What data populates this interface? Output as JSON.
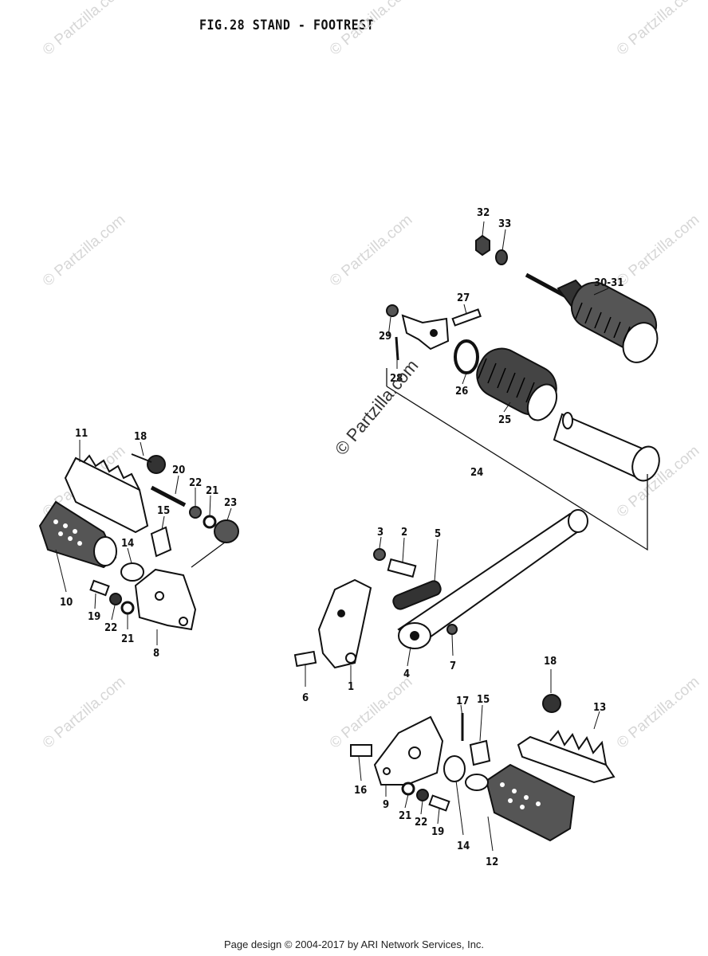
{
  "title": "FIG.28  STAND - FOOTREST",
  "footer": "Page design © 2004-2017 by ARI Network Services, Inc.",
  "watermark": "© Partzilla.com",
  "watermark_diagonal": "© Partzilla.com",
  "callouts": {
    "c1": "1",
    "c2": "2",
    "c3": "3",
    "c4": "4",
    "c5": "5",
    "c6": "6",
    "c7": "7",
    "c8": "8",
    "c9": "9",
    "c10": "10",
    "c11": "11",
    "c12": "12",
    "c13": "13",
    "c14a": "14",
    "c14b": "14",
    "c15a": "15",
    "c15b": "15",
    "c16": "16",
    "c17": "17",
    "c18a": "18",
    "c18b": "18",
    "c19a": "19",
    "c19b": "19",
    "c20": "20",
    "c21a": "21",
    "c21b": "21",
    "c21c": "21",
    "c22a": "22",
    "c22b": "22",
    "c22c": "22",
    "c23": "23",
    "c24": "24",
    "c25": "25",
    "c26": "26",
    "c27": "27",
    "c28": "28",
    "c29": "29",
    "c30_31": "30-31",
    "c32": "32",
    "c33": "33"
  }
}
